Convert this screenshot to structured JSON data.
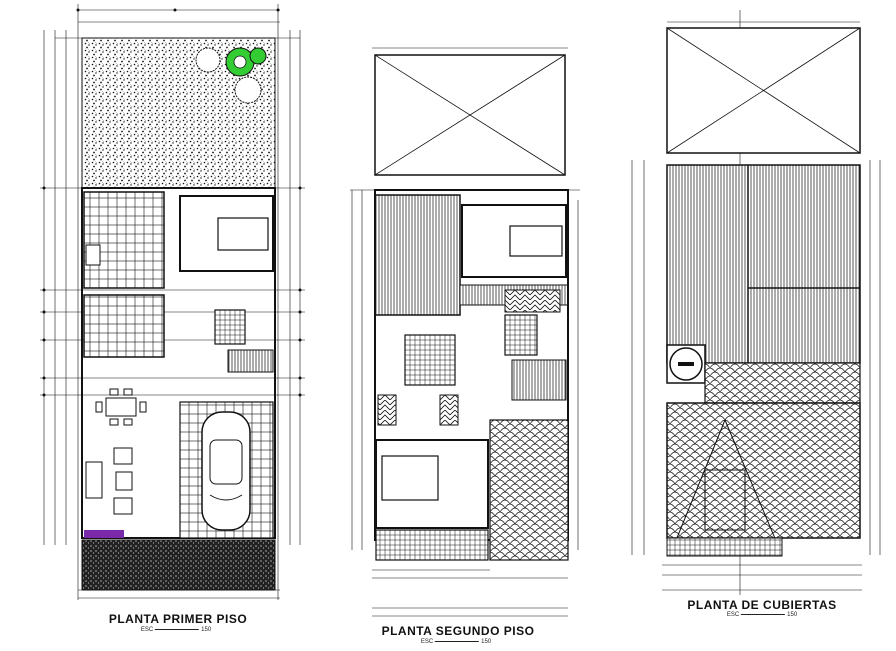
{
  "drawings": [
    {
      "title": "PLANTA PRIMER PISO",
      "scale_prefix": "ESC",
      "scale_value": "150"
    },
    {
      "title": "PLANTA SEGUNDO PISO",
      "scale_prefix": "ESC",
      "scale_value": "150"
    },
    {
      "title": "PLANTA DE CUBIERTAS",
      "scale_prefix": "ESC",
      "scale_value": "150"
    }
  ],
  "colors": {
    "line": "#111111",
    "accent_green": "#33cc33",
    "label_purple": "#7a2aa8",
    "paper": "#ffffff"
  }
}
